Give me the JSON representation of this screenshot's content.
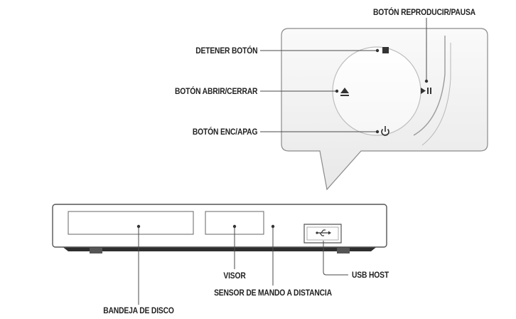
{
  "labels": {
    "play_pause": "BOTÓN REPRODUCIR/PAUSA",
    "stop": "DETENER BOTÓN",
    "open_close": "BOTÓN ABRIR/CERRAR",
    "power": "BOTÓN ENC/APAG",
    "display": "VISOR",
    "usb_host": "USB HOST",
    "remote_sensor": "SENSOR DE MANDO A DISTANCIA",
    "disc_tray": "BANDEJA DE DISCO"
  },
  "icons": {
    "stop": "stop-icon",
    "eject": "eject-icon",
    "play_pause": "play-pause-icon",
    "power": "power-icon",
    "usb": "usb-icon"
  },
  "colors": {
    "line": "#4a4a4a",
    "panel_border": "#888888",
    "panel_fill": "#f4f4f4",
    "text": "#222222"
  }
}
